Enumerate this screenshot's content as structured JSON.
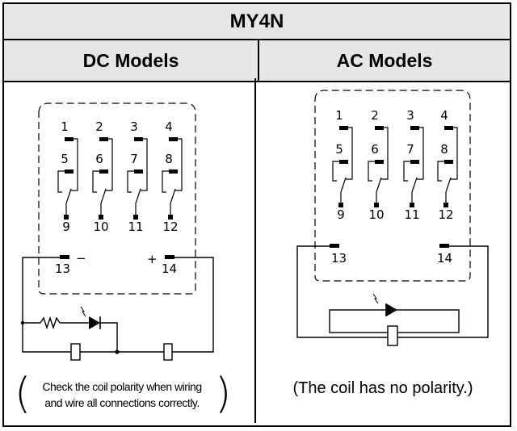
{
  "title": "MY4N",
  "columns": {
    "dc": "DC Models",
    "ac": "AC Models"
  },
  "dc": {
    "pins_top": [
      "1",
      "2",
      "3",
      "4"
    ],
    "pins_mid": [
      "5",
      "6",
      "7",
      "8"
    ],
    "pins_bottom": [
      "9",
      "10",
      "11",
      "12"
    ],
    "coil_pins": [
      "13",
      "14"
    ],
    "minus": "−",
    "plus": "+",
    "note_line1": "Check the coil polarity when wiring",
    "note_line2": "and wire all connections correctly."
  },
  "ac": {
    "pins_top": [
      "1",
      "2",
      "3",
      "4"
    ],
    "pins_mid": [
      "5",
      "6",
      "7",
      "8"
    ],
    "pins_bottom": [
      "9",
      "10",
      "11",
      "12"
    ],
    "coil_pins": [
      "13",
      "14"
    ],
    "note": "(The coil has no polarity.)"
  },
  "colors": {
    "header_bg": "#e6e6e6",
    "line": "#000000"
  }
}
